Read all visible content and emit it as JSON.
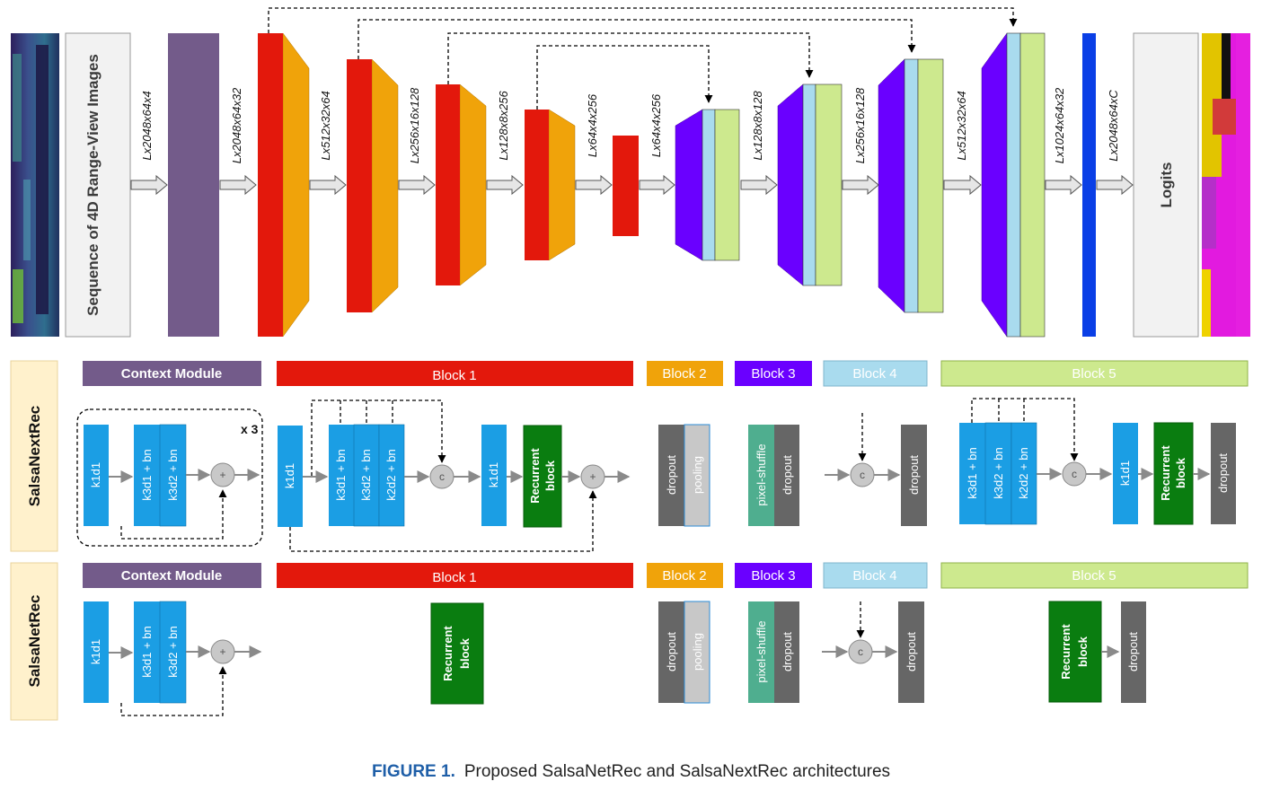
{
  "top": {
    "input_label": "Sequence of 4D Range-View Images",
    "output_label": "Logits",
    "dims": [
      "Lx2048x64x4",
      "Lx2048x64x32",
      "Lx512x32x64",
      "Lx256x16x128",
      "Lx128x8x256",
      "Lx64x4x256",
      "Lx64x4x256",
      "Lx128x8x128",
      "Lx256x16x128",
      "Lx512x32x64",
      "Lx1024x64x32",
      "Lx2048x64xC"
    ]
  },
  "rows": {
    "next_name": "SalsaNextRec",
    "net_name": "SalsaNetRec"
  },
  "headers": {
    "context": "Context Module",
    "block1": "Block 1",
    "block2": "Block 2",
    "block3": "Block 3",
    "block4": "Block 4",
    "block5": "Block 5"
  },
  "labels": {
    "k1d1": "k1d1",
    "k3d1": "k3d1 + bn",
    "k3d2": "k3d2 + bn",
    "k2d2": "k2d2 + bn",
    "recurrent_1": "Recurrent",
    "recurrent_2": "block",
    "dropout": "dropout",
    "pooling": "pooling",
    "pixel_shuffle": "pixel-shuffle",
    "concat": "c",
    "add": "+",
    "repeat": "x 3"
  },
  "caption": {
    "figure": "FIGURE 1.",
    "text": "Proposed SalsaNetRec and SalsaNextRec architectures"
  },
  "colors": {
    "context": "#735b8a",
    "encoder_red": "#e3180c",
    "encoder_orange": "#f0a30a",
    "decoder_purple": "#6a00ff",
    "light_blue": "#a9dbee",
    "light_green": "#cde98e",
    "output_blue": "#0a3fe6",
    "conv_blue": "#1b9ee4",
    "recurrent_green": "#0a7d10",
    "dropout_gray": "#666666",
    "pooling_gray": "#c8c8c8",
    "pixel_shuffle_teal": "#4fae8f",
    "side_label_bg": "#fff1cc",
    "caption_blue": "#1f5fa8"
  }
}
